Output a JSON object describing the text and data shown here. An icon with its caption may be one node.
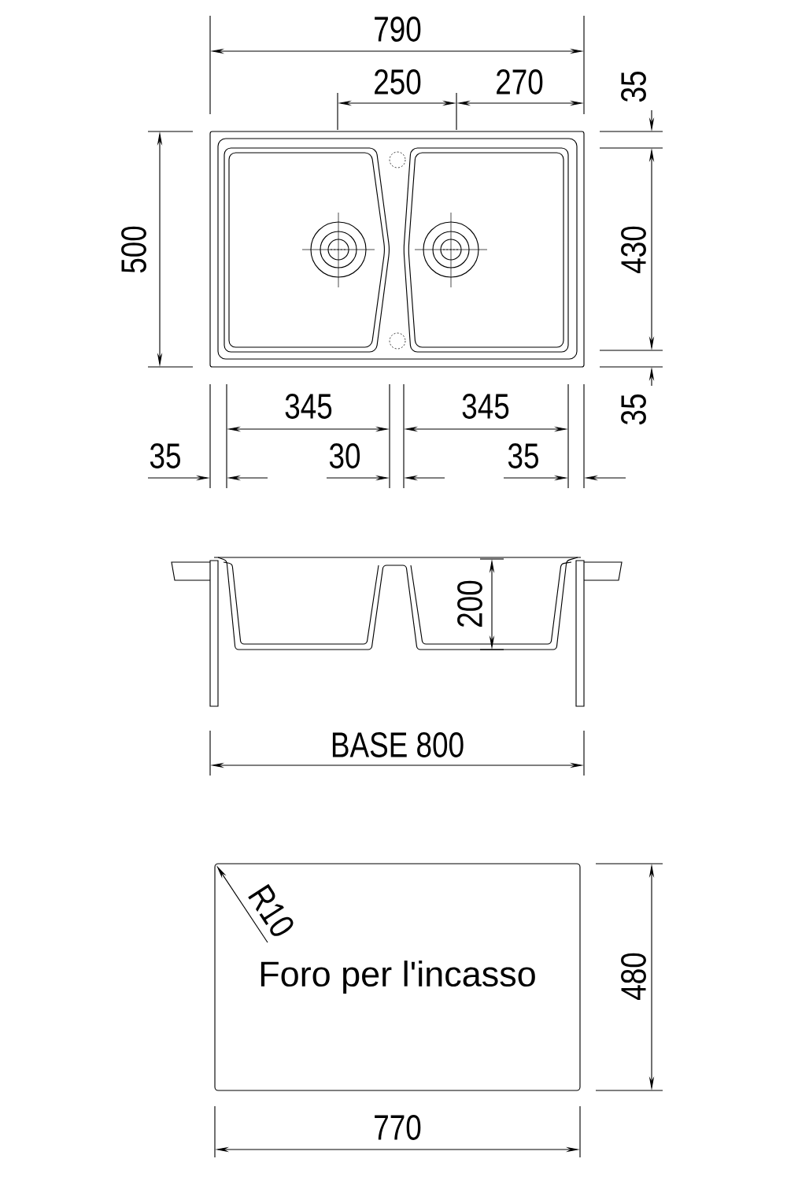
{
  "diagram": {
    "nodes": [
      {
        "text": [
          "Foro per l'incasso"
        ]
      }
    ],
    "labels": [
      "790",
      "250",
      "270",
      "35",
      "500",
      "430",
      "345",
      "345",
      "35",
      "35",
      "30",
      "35",
      "200",
      "BASE 800",
      "R10",
      "480",
      "770"
    ]
  }
}
